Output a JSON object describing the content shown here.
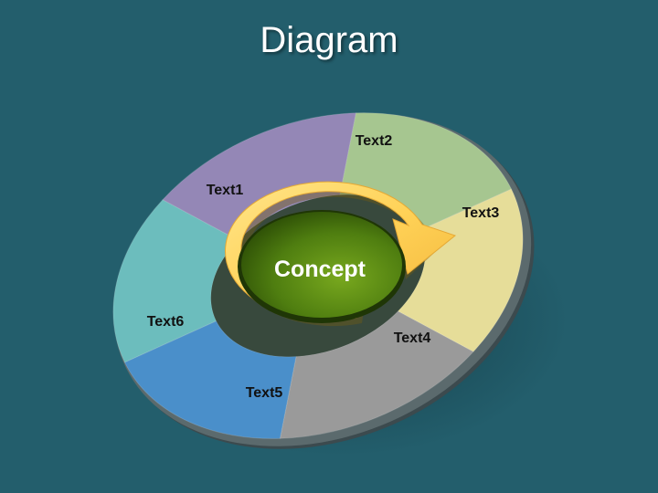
{
  "title": "Diagram",
  "center": {
    "label": "Concept"
  },
  "segments": [
    {
      "label": "Text1",
      "color": "#6cbdbd"
    },
    {
      "label": "Text2",
      "color": "#9487b6"
    },
    {
      "label": "Text3",
      "color": "#a6c690"
    },
    {
      "label": "Text4",
      "color": "#e6dd99"
    },
    {
      "label": "Text5",
      "color": "#9a9a9a"
    },
    {
      "label": "Text6",
      "color": "#4a8fca"
    }
  ],
  "colors": {
    "background": "#235e6c",
    "arrow": "#ffd257",
    "center": "#5a8a14"
  }
}
